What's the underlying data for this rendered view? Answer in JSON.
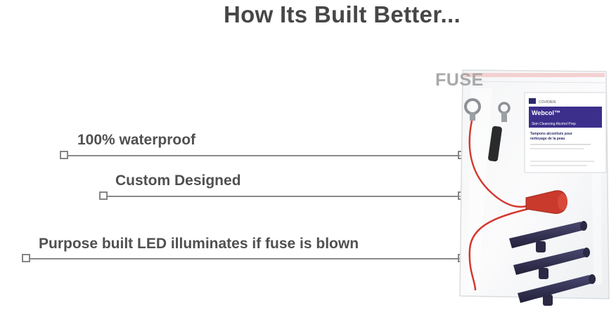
{
  "heading": "How Its Built Better...",
  "fuse_label": "FUSE",
  "callouts": [
    {
      "text": "100% waterproof"
    },
    {
      "text": "Custom Designed"
    },
    {
      "text": "Purpose built LED illuminates if fuse is blown"
    }
  ],
  "packet": {
    "brand_small": "COVIDIEN",
    "name": "Webcol™",
    "line1": "Skin Cleansing Alcohol Prep",
    "line2": "Tampons alcoolisés pour",
    "line3": "nettoyage de la peau"
  },
  "colors": {
    "heading": "#474747",
    "label": "#505050",
    "wire_red": "#d43a2f",
    "connector": "#2e2c4f"
  }
}
